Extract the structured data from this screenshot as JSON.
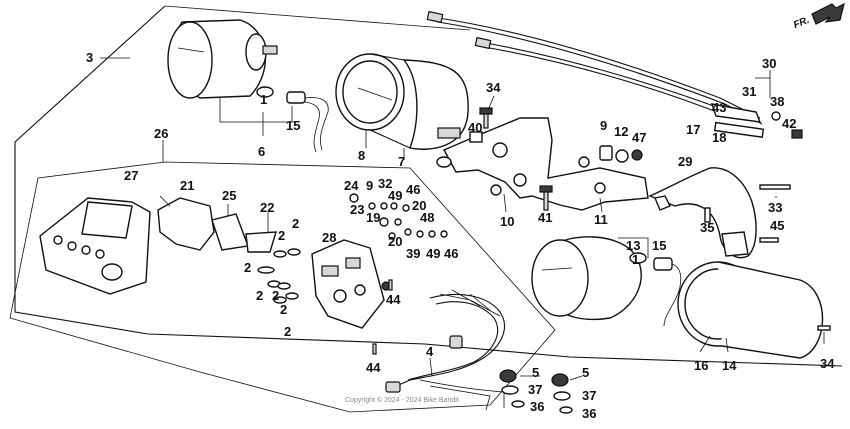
{
  "direction_label": "FR.",
  "watermark": "Copyright © 2024 - 2024 Bike Bandit",
  "callouts": [
    {
      "id": "c3",
      "text": "3"
    },
    {
      "id": "c6",
      "text": "6"
    },
    {
      "id": "c1a",
      "text": "1"
    },
    {
      "id": "c15a",
      "text": "15"
    },
    {
      "id": "c8",
      "text": "8"
    },
    {
      "id": "c7",
      "text": "7"
    },
    {
      "id": "c34a",
      "text": "34"
    },
    {
      "id": "c40",
      "text": "40"
    },
    {
      "id": "c9a",
      "text": "9"
    },
    {
      "id": "c12",
      "text": "12"
    },
    {
      "id": "c47",
      "text": "47"
    },
    {
      "id": "c30",
      "text": "30"
    },
    {
      "id": "c31",
      "text": "31"
    },
    {
      "id": "c38",
      "text": "38"
    },
    {
      "id": "c43",
      "text": "43"
    },
    {
      "id": "c42",
      "text": "42"
    },
    {
      "id": "c17",
      "text": "17"
    },
    {
      "id": "c18",
      "text": "18"
    },
    {
      "id": "c10",
      "text": "10"
    },
    {
      "id": "c41",
      "text": "41"
    },
    {
      "id": "c11",
      "text": "11"
    },
    {
      "id": "c29",
      "text": "29"
    },
    {
      "id": "c33",
      "text": "33"
    },
    {
      "id": "c35",
      "text": "35"
    },
    {
      "id": "c45",
      "text": "45"
    },
    {
      "id": "c26",
      "text": "26"
    },
    {
      "id": "c27",
      "text": "27"
    },
    {
      "id": "c21",
      "text": "21"
    },
    {
      "id": "c25",
      "text": "25"
    },
    {
      "id": "c22",
      "text": "22"
    },
    {
      "id": "c2a",
      "text": "2"
    },
    {
      "id": "c2b",
      "text": "2"
    },
    {
      "id": "c2c",
      "text": "2"
    },
    {
      "id": "c2d",
      "text": "2"
    },
    {
      "id": "c2e",
      "text": "2"
    },
    {
      "id": "c2f",
      "text": "2"
    },
    {
      "id": "c2g",
      "text": "2"
    },
    {
      "id": "c24",
      "text": "24"
    },
    {
      "id": "c9b",
      "text": "9"
    },
    {
      "id": "c32",
      "text": "32"
    },
    {
      "id": "c49a",
      "text": "49"
    },
    {
      "id": "c46a",
      "text": "46"
    },
    {
      "id": "c20a",
      "text": "20"
    },
    {
      "id": "c23",
      "text": "23"
    },
    {
      "id": "c19",
      "text": "19"
    },
    {
      "id": "c48",
      "text": "48"
    },
    {
      "id": "c20b",
      "text": "20"
    },
    {
      "id": "c39",
      "text": "39"
    },
    {
      "id": "c49b",
      "text": "49"
    },
    {
      "id": "c46b",
      "text": "46"
    },
    {
      "id": "c28",
      "text": "28"
    },
    {
      "id": "c44a",
      "text": "44"
    },
    {
      "id": "c44b",
      "text": "44"
    },
    {
      "id": "c4",
      "text": "4"
    },
    {
      "id": "c13",
      "text": "13"
    },
    {
      "id": "c1b",
      "text": "1"
    },
    {
      "id": "c15b",
      "text": "15"
    },
    {
      "id": "c16",
      "text": "16"
    },
    {
      "id": "c14",
      "text": "14"
    },
    {
      "id": "c34b",
      "text": "34"
    },
    {
      "id": "c5a",
      "text": "5"
    },
    {
      "id": "c5b",
      "text": "5"
    },
    {
      "id": "c37a",
      "text": "37"
    },
    {
      "id": "c37b",
      "text": "37"
    },
    {
      "id": "c36a",
      "text": "36"
    },
    {
      "id": "c36b",
      "text": "36"
    }
  ]
}
